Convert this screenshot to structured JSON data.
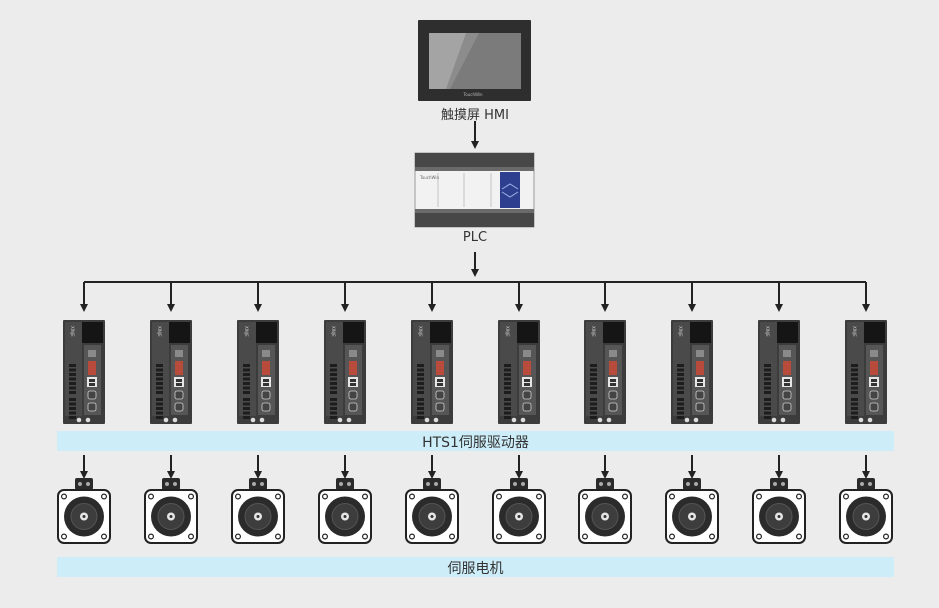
{
  "hmi": {
    "label": "触摸屏 HMI",
    "screen_brand": "TouchWin"
  },
  "plc": {
    "label": "PLC",
    "panel_text": "TouchWin"
  },
  "drives": {
    "label": "HTS1伺服驱动器",
    "count": 10,
    "side_text": "XINJE"
  },
  "motors": {
    "label": "伺服电机",
    "count": 10
  },
  "colors": {
    "background": "#ececec",
    "band": "#cdeef9",
    "connector": "#222222",
    "device_dark": "#3c3c3c",
    "plc_accent": "#2e3f8f"
  }
}
